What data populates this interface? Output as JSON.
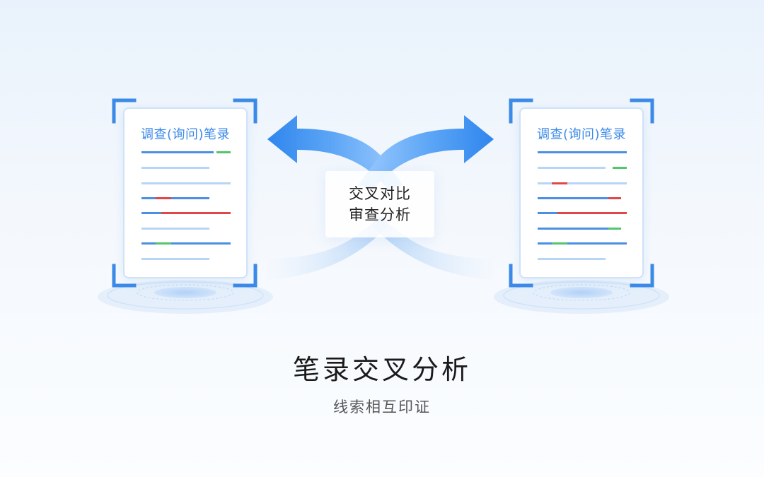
{
  "left_document": {
    "title": "调查(询问)笔录"
  },
  "right_document": {
    "title": "调查(询问)笔录"
  },
  "center_label": {
    "line1": "交叉对比",
    "line2": "审查分析"
  },
  "heading": {
    "title": "笔录交叉分析",
    "subtitle": "线索相互印证"
  },
  "colors": {
    "accent_blue": "#3c8ae8",
    "line_blue": "#4a90e2",
    "line_light_blue": "#b8d5f5",
    "highlight_red": "#e04848",
    "highlight_green": "#52c66a"
  },
  "icons": {
    "left_arrow": "arrow-left-icon",
    "right_arrow": "arrow-right-icon",
    "corner_brackets": "scan-frame-icon"
  }
}
